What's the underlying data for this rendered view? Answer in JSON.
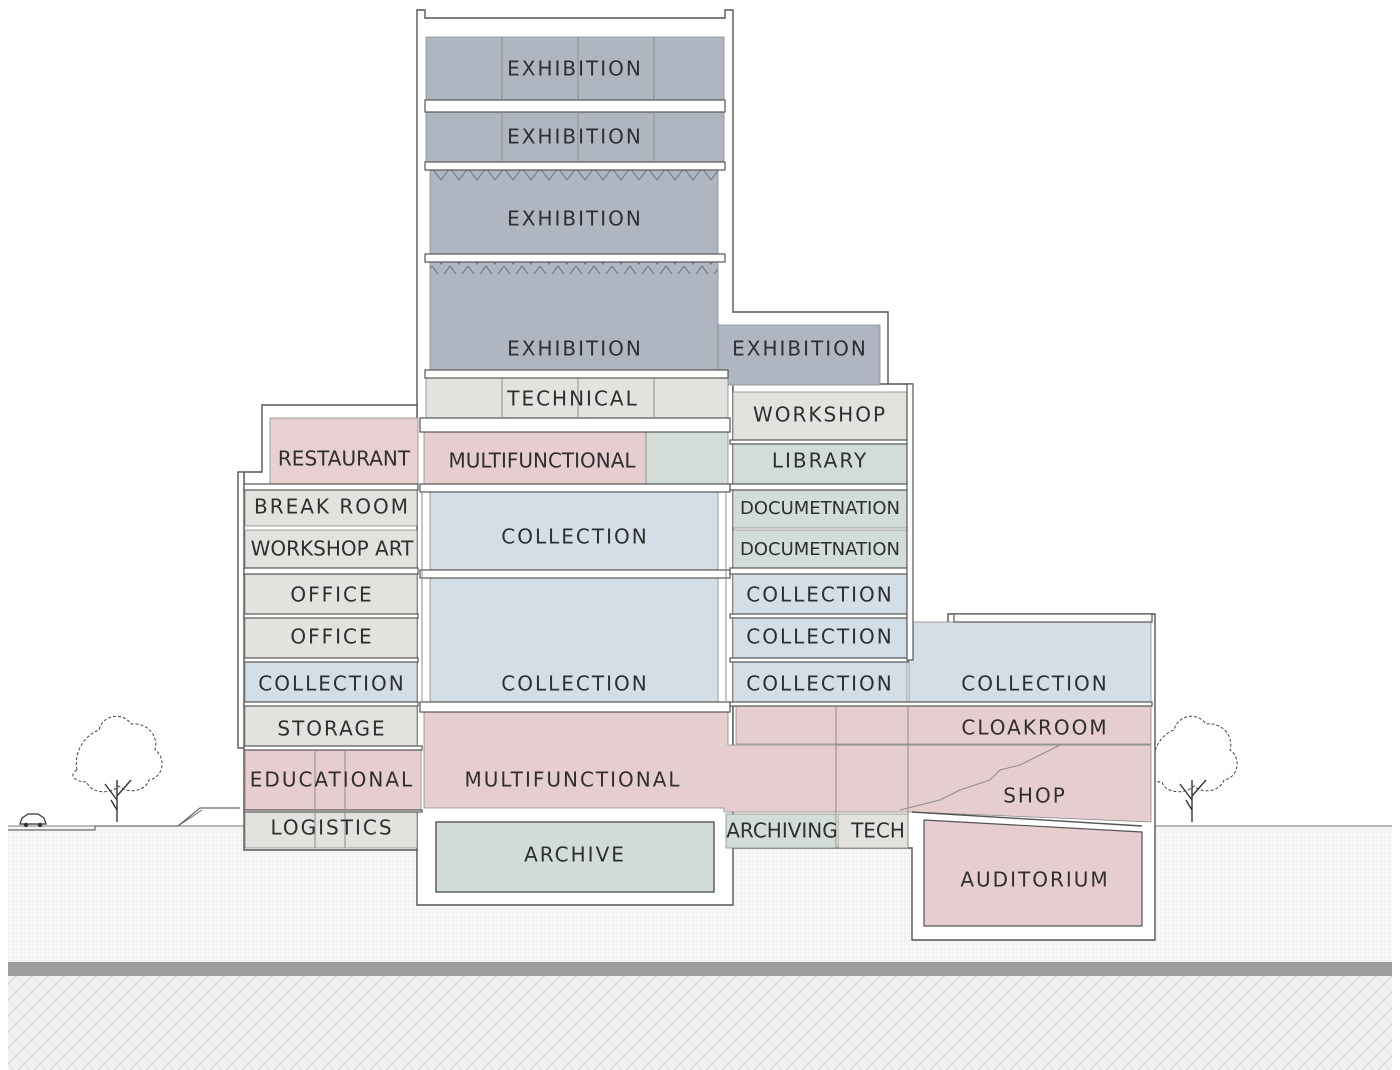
{
  "colors": {
    "exhibition": "#b0b6c1",
    "technical": "#e4e2df",
    "workshop": "#e4e2df",
    "restaurant": "#e8cfd1",
    "multifunctional": "#e6cdd0",
    "library": "#d3ddd8",
    "collection": "#d3dee6",
    "documentation": "#d3ddd8",
    "office": "#e4e2df",
    "storage": "#e4e2df",
    "educational": "#e6cdd0",
    "logistics": "#e4e2df",
    "archive": "#d1dcd6",
    "archiving": "#d3ddd8",
    "auditorium": "#e6cdd0",
    "shop": "#e6cdd0",
    "structure": "#ffffff",
    "outline": "#555555",
    "ground_band": "#9e9e9e",
    "ground_fill": "#f4f4f4"
  },
  "icons": [
    "tree-icon",
    "car-icon"
  ],
  "rooms": {
    "ex1": "EXHIBITION",
    "ex2": "EXHIBITION",
    "ex3": "EXHIBITION",
    "ex4": "EXHIBITION",
    "ex5": "EXHIBITION",
    "technical": "TECHNICAL",
    "workshop": "WORKSHOP",
    "restaurant": "RESTAURANT",
    "multifunctional_upper": "MULTIFUNCTIONAL",
    "library": "LIBRARY",
    "break_room": "BREAK ROOM",
    "collection_upper": "COLLECTION",
    "doc1": "DOCUMETNATION",
    "workshop_art": "WORKSHOP ART",
    "doc2": "DOCUMETNATION",
    "office1": "OFFICE",
    "col_r1": "COLLECTION",
    "office2": "OFFICE",
    "col_r2": "COLLECTION",
    "col_left": "COLLECTION",
    "col_mid": "COLLECTION",
    "col_r3": "COLLECTION",
    "col_annex": "COLLECTION",
    "storage": "STORAGE",
    "cloakroom": "CLOAKROOM",
    "educational": "EDUCATIONAL",
    "multifunctional_lower": "MULTIFUNCTIONAL",
    "shop": "SHOP",
    "logistics": "LOGISTICS",
    "archive": "ARCHIVE",
    "archiving": "ARCHIVING",
    "tech": "TECH",
    "auditorium": "AUDITORIUM"
  }
}
